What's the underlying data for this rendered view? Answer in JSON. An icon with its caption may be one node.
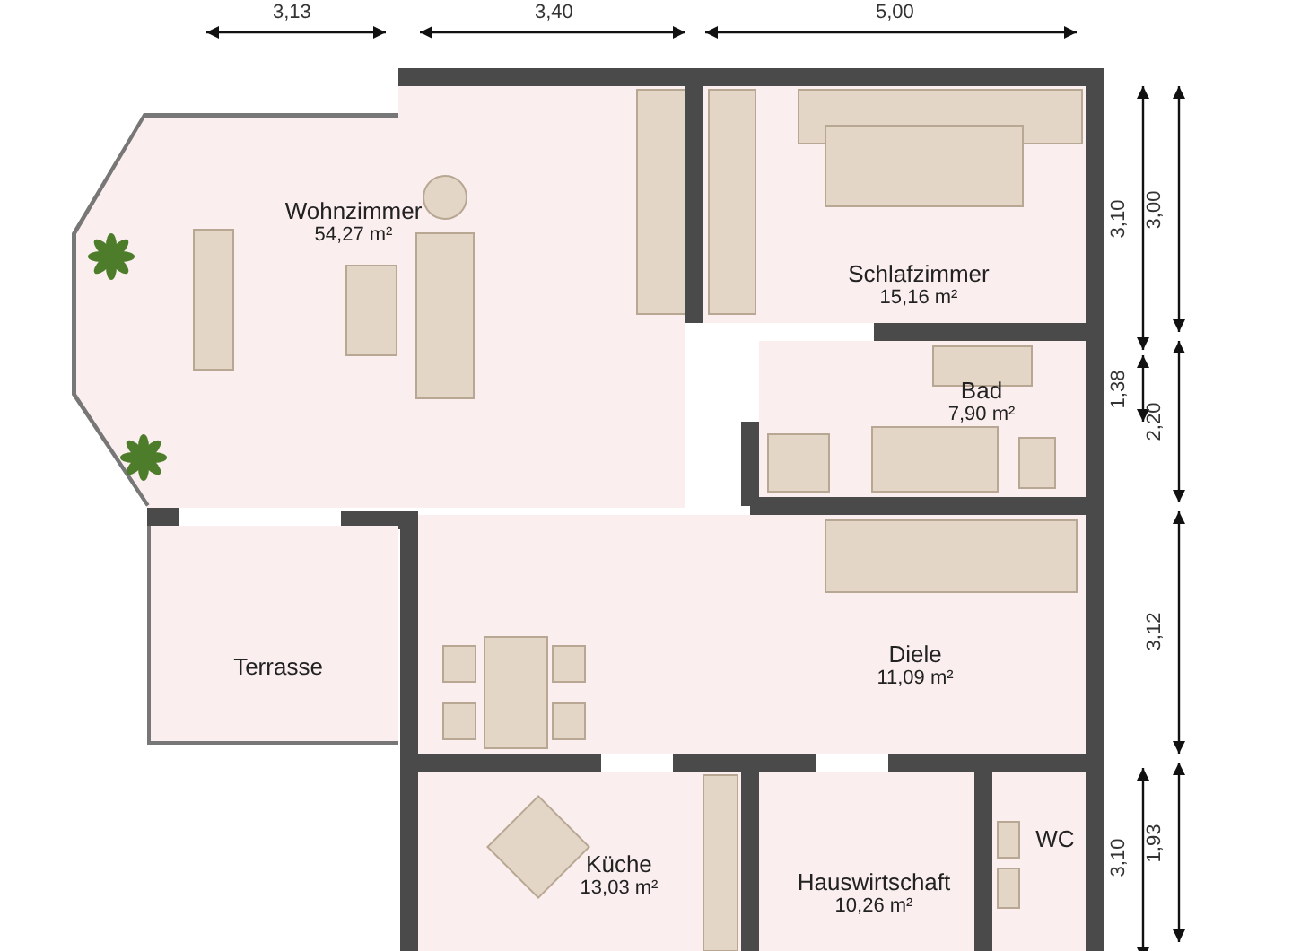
{
  "diagram": {
    "nodes": [
      {
        "text": [
          "Wohnzimmer",
          "54,27 m²"
        ]
      },
      {
        "text": [
          "Schlafzimmer",
          "15,16 m²"
        ]
      },
      {
        "text": [
          "Bad",
          "7,90 m²"
        ]
      },
      {
        "text": [
          "Terrasse"
        ]
      },
      {
        "text": [
          "Diele",
          "11,09 m²"
        ]
      },
      {
        "text": [
          "Küche",
          "13,03 m²"
        ]
      },
      {
        "text": [
          "Hauswirtschaft",
          "10,26 m²"
        ]
      },
      {
        "text": [
          "WC"
        ]
      }
    ],
    "labels": [
      "3,13",
      "3,40",
      "5,00",
      "3,10",
      "3,00",
      "1,38",
      "2,20",
      "3,12",
      "3,10",
      "1,93"
    ]
  }
}
